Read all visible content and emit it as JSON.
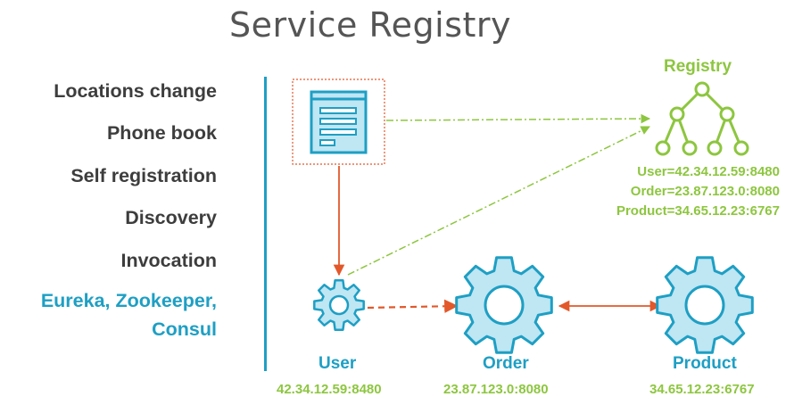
{
  "title": "Service Registry",
  "bullets": [
    "Locations change",
    "Phone book",
    "Self registration",
    "Discovery",
    "Invocation"
  ],
  "highlight": [
    "Eureka, Zookeeper,",
    "Consul"
  ],
  "registry": {
    "label": "Registry",
    "entries": [
      "User=42.34.12.59:8480",
      "Order=23.87.123.0:8080",
      "Product=34.65.12.23:6767"
    ]
  },
  "services": {
    "user": {
      "name": "User",
      "address": "42.34.12.59:8480"
    },
    "order": {
      "name": "Order",
      "address": "23.87.123.0:8080"
    },
    "product": {
      "name": "Product",
      "address": "34.65.12.23:6767"
    }
  },
  "colors": {
    "accent_blue": "#1e9fc4",
    "gear_fill": "#bfe6f3",
    "registry_green": "#8dc63f",
    "arrow_orange": "#e2582a",
    "text_dark": "#3d3d3d"
  }
}
